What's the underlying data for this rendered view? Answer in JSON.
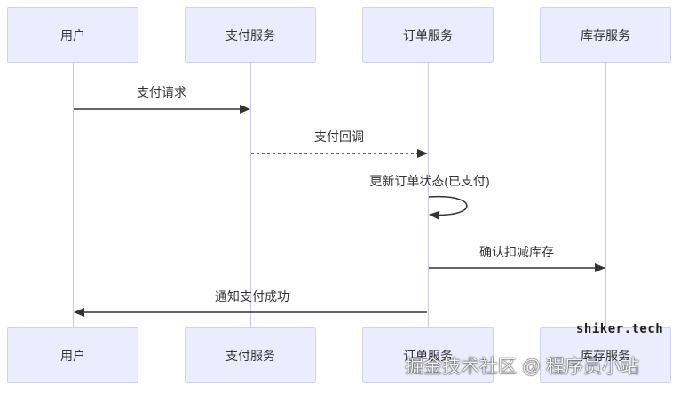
{
  "participants": [
    "用户",
    "支付服务",
    "订单服务",
    "库存服务"
  ],
  "messages": [
    {
      "label": "支付请求",
      "from": 0,
      "to": 1,
      "style": "solid"
    },
    {
      "label": "支付回调",
      "from": 1,
      "to": 2,
      "style": "dotted"
    },
    {
      "label": "更新订单状态(已支付)",
      "from": 2,
      "to": 2,
      "style": "self"
    },
    {
      "label": "确认扣减库存",
      "from": 2,
      "to": 3,
      "style": "solid"
    },
    {
      "label": "通知支付成功",
      "from": 2,
      "to": 0,
      "style": "solid"
    }
  ],
  "watermarks": {
    "site": "shiker.tech",
    "main": "掘金技术社区 @ 程序员小站"
  },
  "colors": {
    "actor_fill": "#ECECFF",
    "line": "#333333",
    "lifeline": "#c9c9e0"
  }
}
